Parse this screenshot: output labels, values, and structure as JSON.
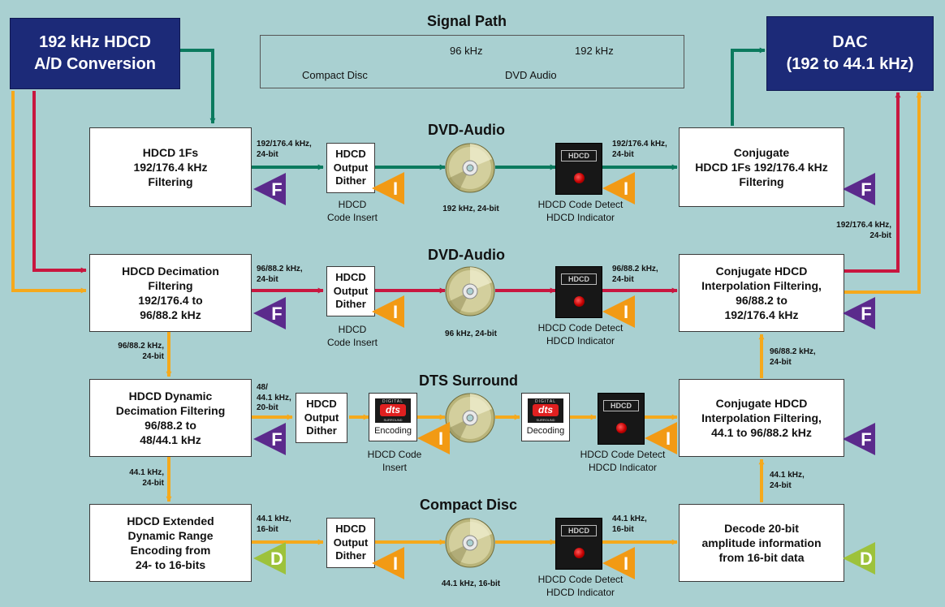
{
  "colors": {
    "background": "#a9d0d1",
    "cd_orange": "#f5a91c",
    "dvd96_crimson": "#c8163f",
    "dvd192_green": "#0b7a5e",
    "title_box_navy": "#1c2a78",
    "filter_badge_purple": "#5b2a8c",
    "insert_badge_orange": "#f29a14",
    "decode_badge_green": "#9dc23b"
  },
  "legend": {
    "title": "Signal Path",
    "cd_label": "Compact Disc",
    "dvd96_label": "96 kHz",
    "dvd192_label": "192 kHz",
    "dvd_group_label": "DVD Audio"
  },
  "top": {
    "source_lines": [
      "192 kHz HDCD",
      "A/D Conversion"
    ],
    "dac_lines": [
      "DAC",
      "(192 to 44.1 kHz)"
    ]
  },
  "badges": {
    "filter": "F",
    "insert": "I",
    "decode": "D"
  },
  "dither_lines": [
    "HDCD",
    "Output",
    "Dither"
  ],
  "rows": [
    {
      "section_title": "DVD-Audio",
      "left_lines": [
        "HDCD 1Fs",
        "192/176.4 kHz",
        "Filtering"
      ],
      "out_rate": [
        "192/176.4 kHz,",
        "24-bit"
      ],
      "insert_caption": [
        "HDCD",
        "Code Insert"
      ],
      "disc_caption": "192 kHz, 24-bit",
      "detect_caption": [
        "HDCD Code Detect",
        "HDCD Indicator"
      ],
      "in_rate": [
        "192/176.4 kHz,",
        "24-bit"
      ],
      "right_lines": [
        "Conjugate",
        "HDCD 1Fs 192/176.4 kHz",
        "Filtering"
      ]
    },
    {
      "section_title": "DVD-Audio",
      "left_lines": [
        "HDCD Decimation",
        "Filtering",
        "192/176.4 to",
        "96/88.2 kHz"
      ],
      "out_rate": [
        "96/88.2 kHz,",
        "24-bit"
      ],
      "insert_caption": [
        "HDCD",
        "Code Insert"
      ],
      "disc_caption": "96 kHz, 24-bit",
      "detect_caption": [
        "HDCD Code Detect",
        "HDCD Indicator"
      ],
      "in_rate": [
        "96/88.2 kHz,",
        "24-bit"
      ],
      "right_lines": [
        "Conjugate HDCD",
        "Interpolation Filtering,",
        "96/88.2 to",
        "192/176.4 kHz"
      ]
    },
    {
      "section_title": "DTS Surround",
      "left_lines": [
        "HDCD Dynamic",
        "Decimation Filtering",
        "96/88.2 to",
        "48/44.1 kHz"
      ],
      "out_rate": [
        "48/",
        "44.1 kHz,",
        "20-bit"
      ],
      "dts_logo": {
        "top": "DIGITAL",
        "mark": "dts",
        "bottom": "SURROUND"
      },
      "encoding_label": "Encoding",
      "decoding_label": "Decoding",
      "insert_caption": [
        "HDCD Code",
        "Insert"
      ],
      "detect_caption": [
        "HDCD Code Detect",
        "HDCD Indicator"
      ],
      "right_lines": [
        "Conjugate HDCD",
        "Interpolation Filtering,",
        "44.1 to 96/88.2 kHz"
      ]
    },
    {
      "section_title": "Compact Disc",
      "left_lines": [
        "HDCD Extended",
        "Dynamic Range",
        "Encoding from",
        "24- to 16-bits"
      ],
      "out_rate": [
        "44.1 kHz,",
        "16-bit"
      ],
      "disc_caption": "44.1 kHz, 16-bit",
      "detect_caption": [
        "HDCD Code Detect",
        "HDCD Indicator"
      ],
      "in_rate": [
        "44.1 kHz,",
        "16-bit"
      ],
      "right_lines": [
        "Decode 20-bit",
        "amplitude information",
        "from 16-bit data"
      ]
    }
  ],
  "vertical_rates": {
    "left_row2_to_row3": [
      "96/88.2 kHz,",
      "24-bit"
    ],
    "left_row3_to_row4": [
      "44.1 kHz,",
      "24-bit"
    ],
    "right_row4_to_row3": [
      "44.1 kHz,",
      "24-bit"
    ],
    "right_row3_to_row2": [
      "96/88.2 kHz,",
      "24-bit"
    ],
    "right_row1_to_dac": [
      "192/176.4 kHz,",
      "24-bit"
    ]
  },
  "detector_plate": "HDCD"
}
